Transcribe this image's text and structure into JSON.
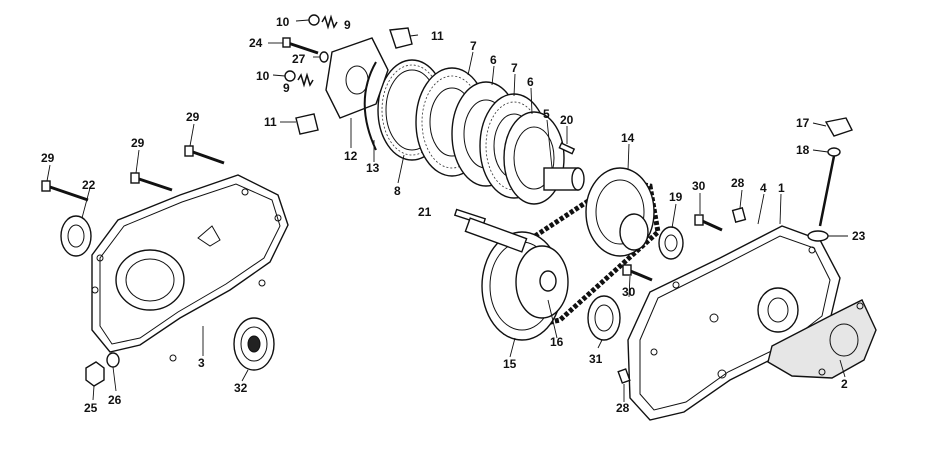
{
  "diagram": {
    "callouts": {
      "c1": "1",
      "c2": "2",
      "c3": "3",
      "c4": "4",
      "c5": "5",
      "c6a": "6",
      "c6b": "6",
      "c7a": "7",
      "c7b": "7",
      "c8": "8",
      "c9a": "9",
      "c9b": "9",
      "c10a": "10",
      "c10b": "10",
      "c11a": "11",
      "c11b": "11",
      "c12": "12",
      "c13": "13",
      "c14": "14",
      "c15": "15",
      "c16": "16",
      "c17": "17",
      "c18": "18",
      "c19": "19",
      "c20": "20",
      "c21": "21",
      "c22": "22",
      "c23": "23",
      "c24": "24",
      "c25": "25",
      "c26": "26",
      "c27": "27",
      "c28a": "28",
      "c28b": "28",
      "c29a": "29",
      "c29b": "29",
      "c29c": "29",
      "c30a": "30",
      "c30b": "30",
      "c31": "31",
      "c32": "32"
    }
  }
}
